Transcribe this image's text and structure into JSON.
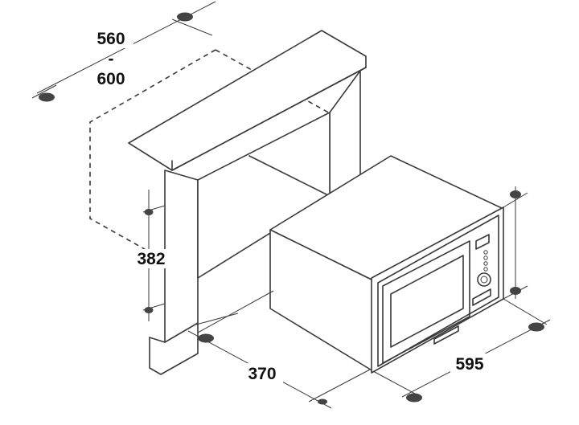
{
  "dimensions": {
    "width_min": "560",
    "width_separator": "-",
    "width_max": "600",
    "height": "382",
    "depth": "370",
    "front_width": "595"
  },
  "colors": {
    "line": "#3a3a3a",
    "text": "#111111",
    "marker": "#444444",
    "background": "#ffffff"
  }
}
